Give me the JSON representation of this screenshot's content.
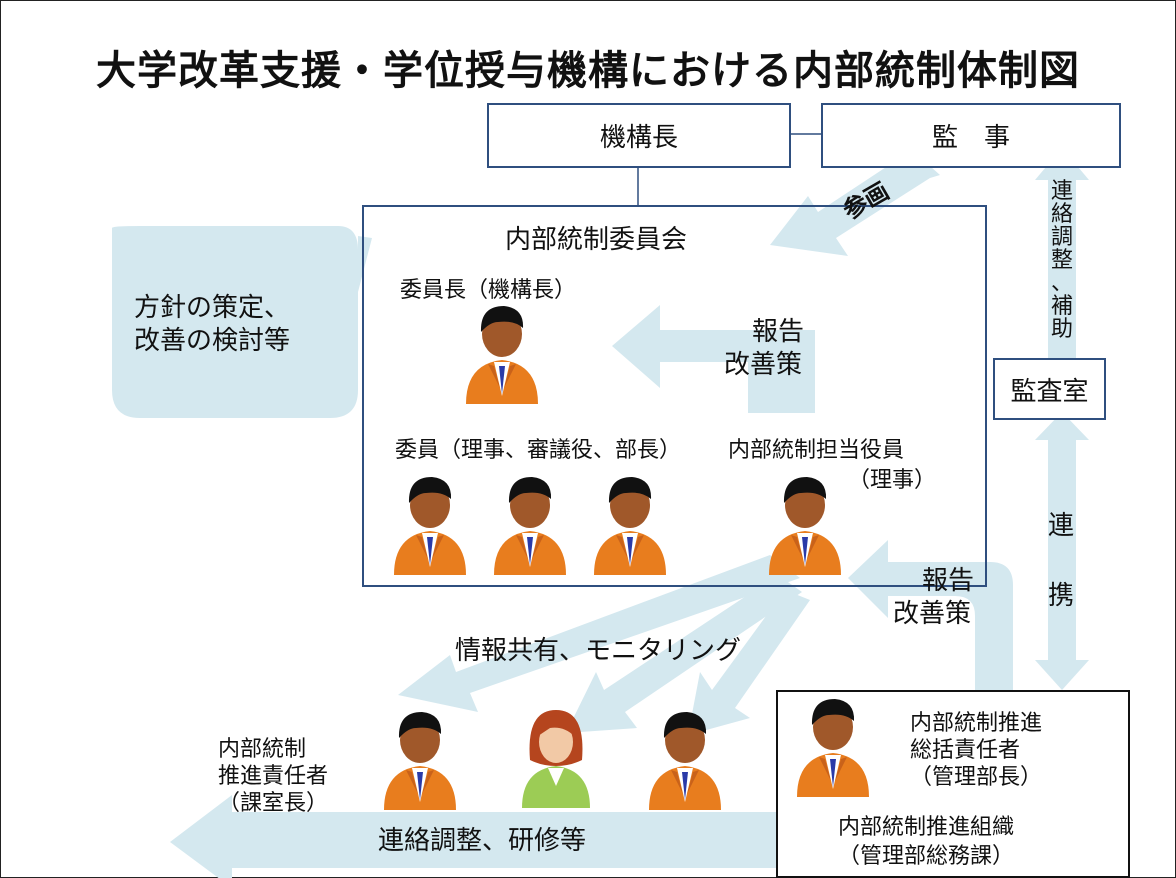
{
  "title": "大学改革支援・学位授与機構における内部統制体制図",
  "nodes": {
    "head": "機構長",
    "auditor": "監　事",
    "committee": "内部統制委員会",
    "chair": "委員長（機構長）",
    "members": "委員（理事、審議役、部長）",
    "officer_line1": "内部統制担当役員",
    "officer_line2": "（理事）",
    "audit_office": "監査室",
    "policy_line1": "方針の策定、",
    "policy_line2": "改善の検討等",
    "promoter_line1": "内部統制",
    "promoter_line2": "推進責任者",
    "promoter_line3": "（課室長）",
    "general_line1": "内部統制推進",
    "general_line2": "総括責任者",
    "general_line3": "（管理部長）",
    "org_line1": "内部統制推進組織",
    "org_line2": "（管理部総務課）"
  },
  "arrows": {
    "participation": "参画",
    "report1_line1": "報告",
    "report1_line2": "改善策",
    "report2_line1": "報告",
    "report2_line2": "改善策",
    "info_sharing": "情報共有、モニタリング",
    "coordination": "連絡調整、研修等",
    "liaison_vertical": [
      "連",
      "絡",
      "調",
      "整",
      "、",
      "補",
      "助"
    ],
    "cooperation_1": "連",
    "cooperation_2": "携"
  },
  "colors": {
    "arrow": "#d4e8ef",
    "box_border": "#2f4f7f",
    "person_suit": "#e87d1e",
    "person_female": "#9ccc55"
  }
}
